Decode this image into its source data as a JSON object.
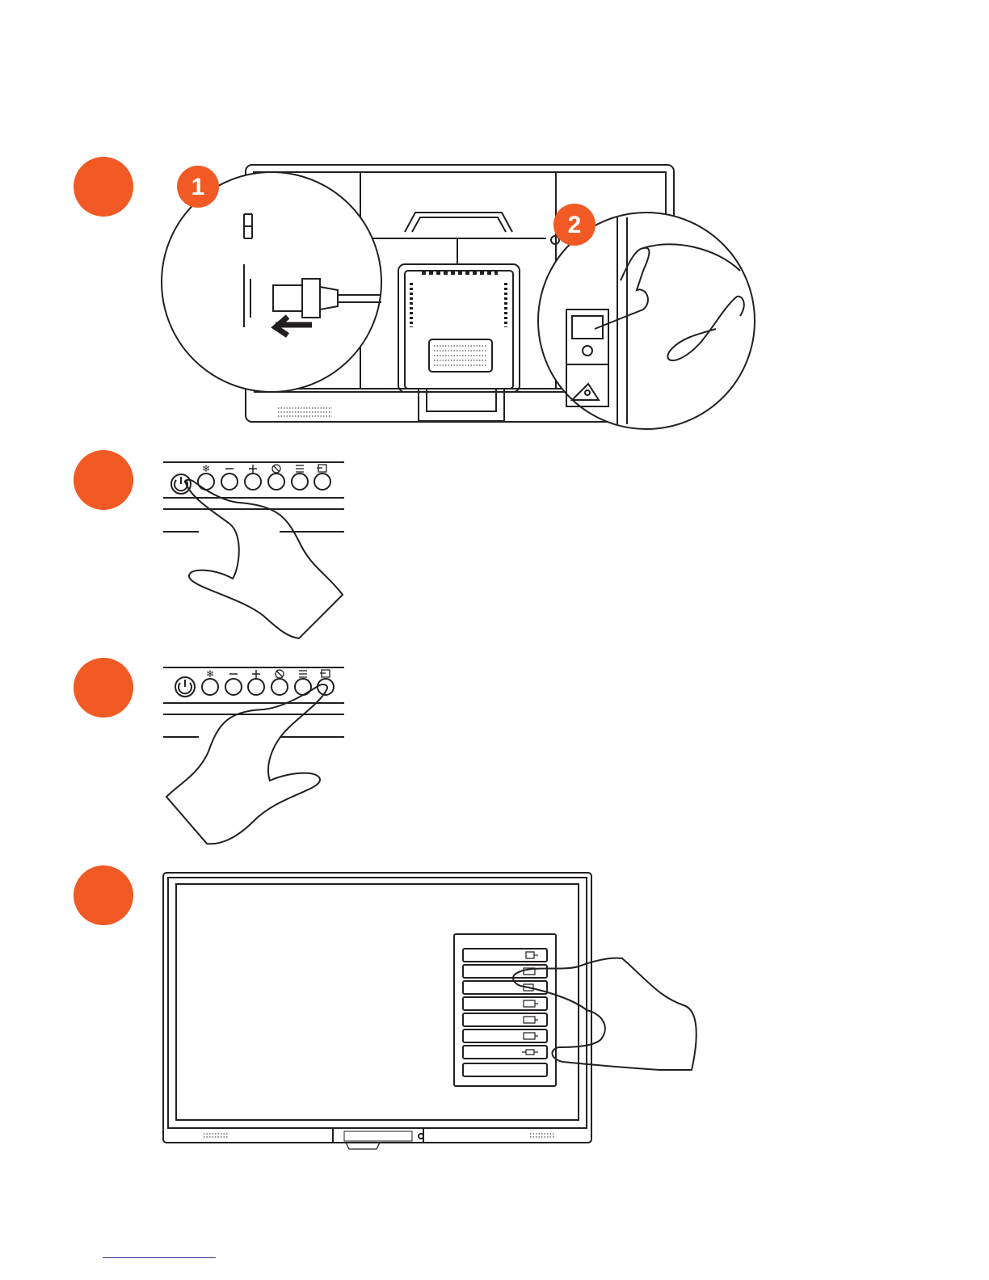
{
  "colors": {
    "accent": "#F15A24",
    "line": "#231f20",
    "footer_rule": "#2e3192"
  },
  "steps": [
    {
      "id": 1,
      "callouts": [
        "1",
        "2"
      ]
    },
    {
      "id": 2
    },
    {
      "id": 3
    },
    {
      "id": 4
    }
  ],
  "panel_buttons": [
    "power-icon",
    "freeze-icon",
    "minus-icon",
    "plus-icon",
    "no-touch-icon",
    "menu-icon",
    "input-icon"
  ],
  "source_menu_items": 8
}
